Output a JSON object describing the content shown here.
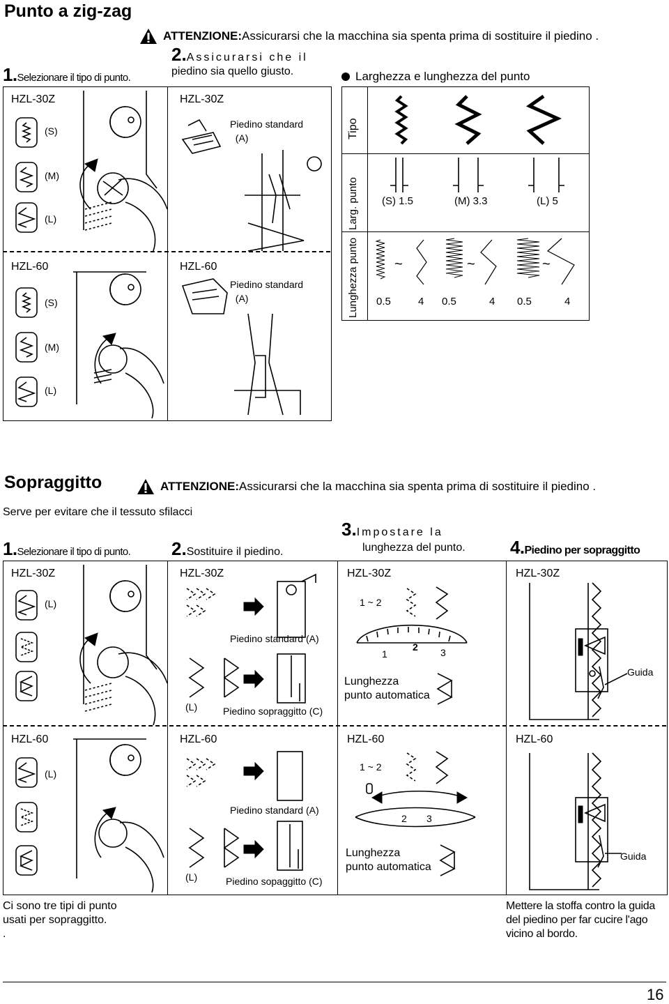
{
  "zigzag": {
    "title": "Punto a zig-zag",
    "warning_label": "ATTENZIONE:",
    "warning_text": "Assicurarsi che la macchina sia spenta prima di sostituire il piedino .",
    "step1_num": "1.",
    "step1_text": "Selezionare il tipo di punto.",
    "step2_num": "2.",
    "step2_line1": "Assicurarsi che il",
    "step2_line2": "piedino sia quello giusto.",
    "width_length_title": "Larghezza e lunghezza del punto",
    "model_top": "HZL-30Z",
    "model_bottom": "HZL-60",
    "sizes": [
      "(S)",
      "(M)",
      "(L)"
    ],
    "foot_line1": "Piedino standard",
    "foot_line2": "(A)",
    "table": {
      "row_tipo": "Tipo",
      "row_larg": "Larg. punto",
      "row_lung": "Lunghezza punto",
      "widths": [
        "(S) 1.5",
        "(M) 3.3",
        "(L) 5"
      ],
      "length_min": "0.5",
      "length_max": "4",
      "tilde": "~"
    }
  },
  "sopraggitto": {
    "title": "Sopraggitto",
    "warning_label": "ATTENZIONE:",
    "warning_text": "Assicurarsi che la macchina sia spenta prima di sostituire il piedino .",
    "intro": "Serve per evitare che il tessuto sfilacci",
    "step1_num": "1.",
    "step1_text": "Selezionare il tipo di punto.",
    "step2_num": "2.",
    "step2_text": "Sostituire il piedino.",
    "step3_num": "3.",
    "step3_line1": "Impostare la",
    "step3_line2": "lunghezza del punto.",
    "step4_num": "4.",
    "step4_text": "Piedino per sopraggitto",
    "model_top": "HZL-30Z",
    "model_bottom": "HZL-60",
    "size_l": "(L)",
    "foot_standard": "Piedino standard (A)",
    "foot_overcast_30z": "Piedino sopraggitto (C)",
    "foot_overcast_60": "Piedino sopaggitto (C)",
    "range": "1 ~ 2",
    "auto_line1": "Lunghezza",
    "auto_line2": "punto automatica",
    "guide": "Guida",
    "dial_numbers": [
      "1",
      "2",
      "3"
    ],
    "note_left": [
      "Ci sono tre tipi di punto",
      "usati per sopraggitto.",
      "."
    ],
    "note_right": [
      "Mettere la stoffa contro la guida",
      "del piedino per far cucire l'ago",
      "vicino al bordo."
    ]
  },
  "page_number": "16"
}
